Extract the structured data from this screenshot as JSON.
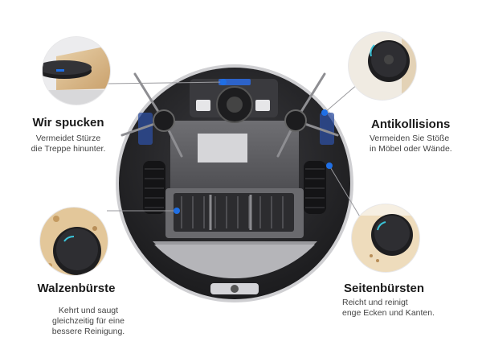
{
  "features": [
    {
      "title": "Wir spucken",
      "desc_lines": [
        "Vermeidet Stürze",
        "die Treppe hinunter."
      ]
    },
    {
      "title": "Antikollisions",
      "desc_lines": [
        "Vermeiden Sie Stöße",
        "in Möbel oder Wände."
      ]
    },
    {
      "title": "Walzenbürste",
      "desc_lines": [
        "Kehrt und saugt",
        "gleichzeitig für eine",
        "bessere Reinigung."
      ]
    },
    {
      "title": "Seitenbürsten",
      "desc_lines": [
        "Reicht und reinigt",
        "enge Ecken und Kanten."
      ]
    }
  ],
  "colors": {
    "accent": "#1f6fe5",
    "robot_body": "#2a2a2d",
    "robot_rim": "#1b1b1d",
    "floor_wood": "#d9b98a"
  }
}
